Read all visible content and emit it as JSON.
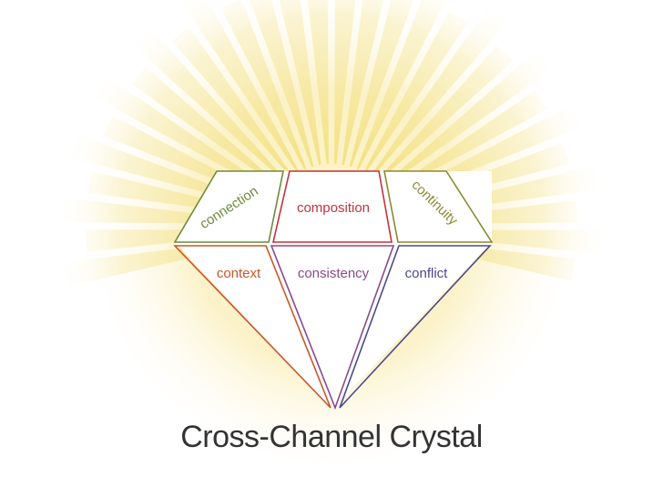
{
  "title": "Cross-Channel Crystal",
  "colors": {
    "ray": "#f3e49a",
    "glow_center": "#fdf3c4",
    "connection": "#6f8a3c",
    "composition": "#c2323f",
    "continuity": "#8a8a33",
    "context": "#c8562a",
    "consistency": "#8a4a8a",
    "conflict": "#4a4a8e",
    "title_text": "#333333"
  },
  "facets": {
    "connection": {
      "label": "connection"
    },
    "composition": {
      "label": "composition"
    },
    "continuity": {
      "label": "continuity"
    },
    "context": {
      "label": "context"
    },
    "consistency": {
      "label": "consistency"
    },
    "conflict": {
      "label": "conflict"
    }
  }
}
